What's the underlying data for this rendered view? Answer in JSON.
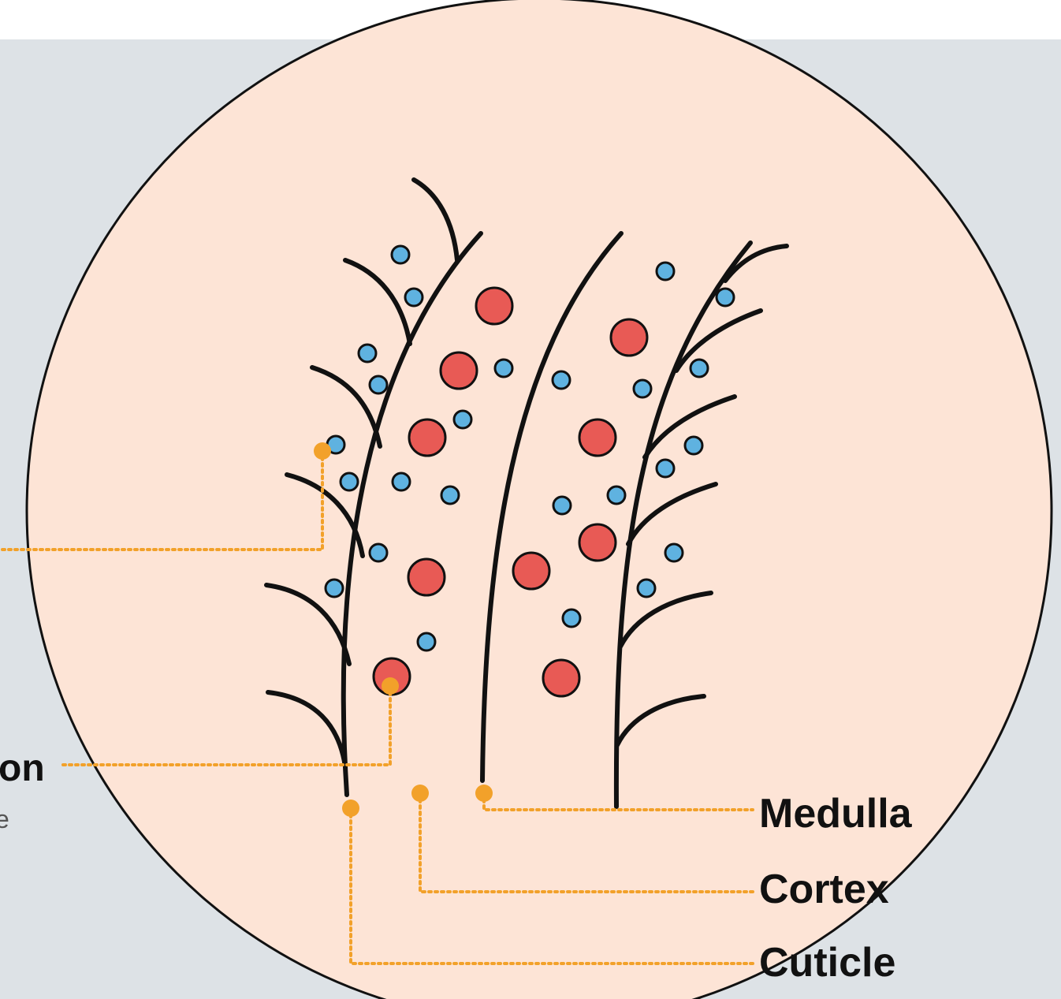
{
  "colors": {
    "panel_bg": "#dde2e6",
    "circle_fill": "#fde4d6",
    "line": "#111111",
    "leader": "#f2a12a",
    "granule_red": "#e85a55",
    "granule_blue": "#5fb2e0"
  },
  "labels": {
    "medulla": "Medulla",
    "cortex": "Cortex",
    "cuticle": "Cuticle",
    "left_partial_heading": "on",
    "left_partial_sub": "e"
  },
  "icons": {
    "red_granule": "red-pigment-granule-icon",
    "blue_granule": "blue-pigment-granule-icon",
    "leader_dot": "callout-dot-icon"
  }
}
